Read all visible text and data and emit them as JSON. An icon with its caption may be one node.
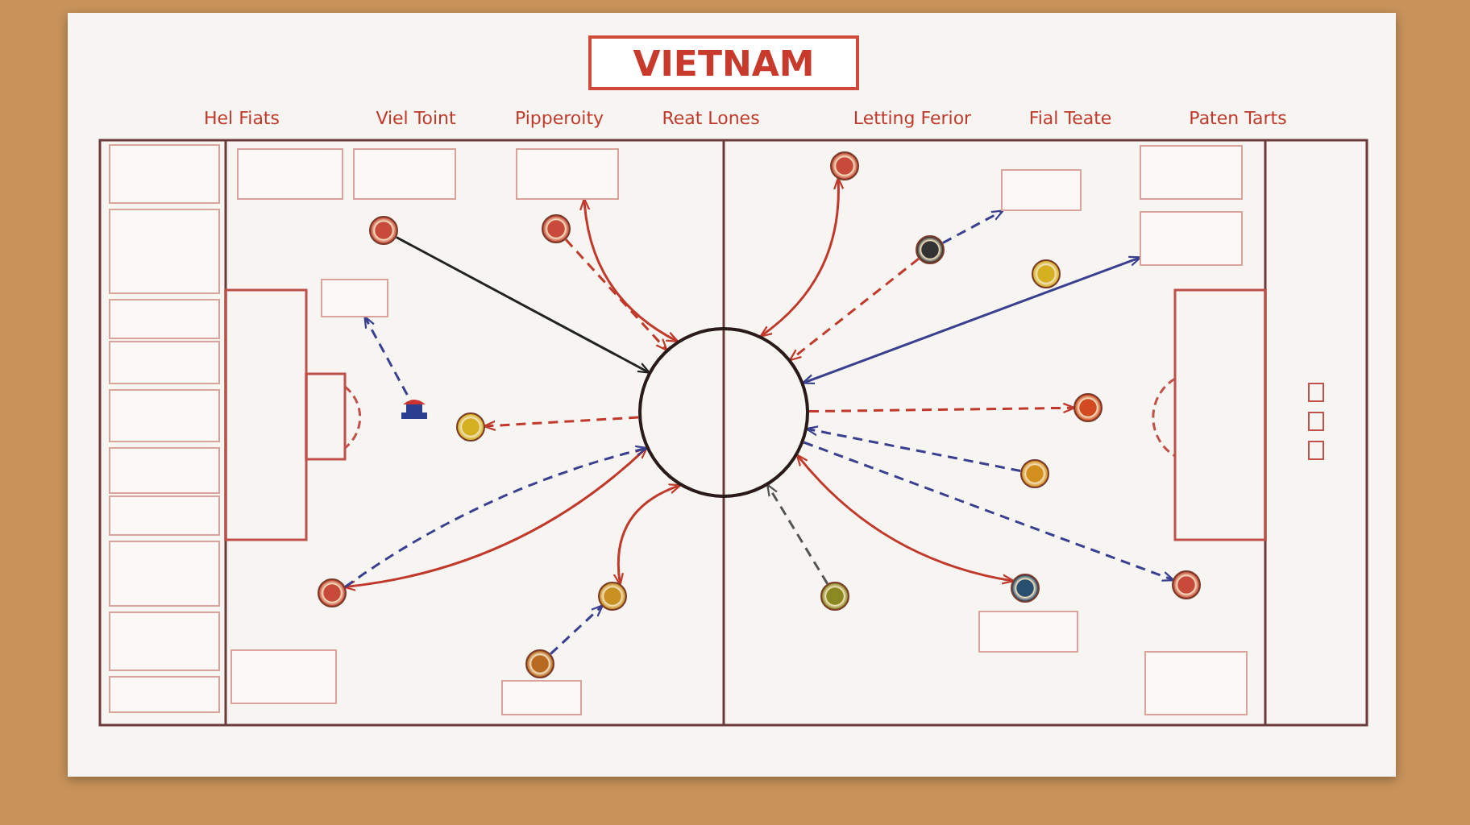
{
  "diagram": {
    "title": "VIETNAM",
    "nodes": [
      {
        "text": [],
        "shape": "circle"
      },
      {
        "text": [],
        "shape": "circle"
      },
      {
        "text": [],
        "shape": "circle"
      },
      {
        "text": [],
        "shape": "picture"
      },
      {
        "text": [],
        "shape": "circle"
      },
      {
        "text": [],
        "shape": "circle"
      },
      {
        "text": [],
        "shape": "circle"
      },
      {
        "text": [],
        "shape": "circle"
      },
      {
        "text": [],
        "shape": "circle"
      },
      {
        "text": [],
        "shape": "circle"
      },
      {
        "text": [],
        "shape": "circle"
      },
      {
        "text": [],
        "shape": "circle"
      },
      {
        "text": [],
        "shape": "circle"
      },
      {
        "text": [],
        "shape": "circle"
      },
      {
        "text": [],
        "shape": "circle"
      },
      {
        "text": [],
        "shape": "circle"
      },
      {
        "text": [],
        "shape": "box"
      },
      {
        "text": [],
        "shape": "box"
      },
      {
        "text": [],
        "shape": "box"
      },
      {
        "text": [],
        "shape": "box"
      },
      {
        "text": [],
        "shape": "box"
      },
      {
        "text": [],
        "shape": "box"
      },
      {
        "text": [],
        "shape": "box"
      },
      {
        "text": [],
        "shape": "box"
      },
      {
        "text": [],
        "shape": "box"
      },
      {
        "text": [],
        "shape": "box"
      },
      {
        "text": [],
        "shape": "box"
      }
    ],
    "edges": [
      {
        "from": 1,
        "to": 0,
        "arrow": "to",
        "color": "#222222"
      },
      {
        "from": 2,
        "to": 0,
        "arrow": "to",
        "style": "dashed"
      },
      {
        "from": 16,
        "to": 0,
        "arrow": "both"
      },
      {
        "from": 8,
        "to": 0,
        "arrow": "both"
      },
      {
        "from": 9,
        "to": 0,
        "arrow": "to",
        "style": "dashed"
      },
      {
        "from": 9,
        "to": 18,
        "arrow": "to",
        "style": "dashed",
        "color": "#3a4090"
      },
      {
        "from": 0,
        "to": 19,
        "arrow": "both",
        "color": "#3a4090"
      },
      {
        "from": 3,
        "to": 17,
        "arrow": "to",
        "style": "dashed",
        "color": "#3a4090"
      },
      {
        "from": 0,
        "to": 4,
        "arrow": "to",
        "style": "dashed"
      },
      {
        "from": 5,
        "to": 0,
        "arrow": "both"
      },
      {
        "from": 5,
        "to": 0,
        "arrow": "to",
        "style": "dashed",
        "color": "#3a4090"
      },
      {
        "from": 6,
        "to": 0,
        "arrow": "both"
      },
      {
        "from": 7,
        "to": 6,
        "arrow": "to",
        "style": "dashed",
        "color": "#3a4090"
      },
      {
        "from": 13,
        "to": 0,
        "arrow": "to",
        "style": "dashed",
        "color": "#555555"
      },
      {
        "from": 0,
        "to": 11,
        "arrow": "to",
        "style": "dashed"
      },
      {
        "from": 12,
        "to": 0,
        "arrow": "to",
        "style": "dashed",
        "color": "#3a4090"
      },
      {
        "from": 0,
        "to": 14,
        "arrow": "both"
      },
      {
        "from": 0,
        "to": 15,
        "arrow": "to",
        "style": "dashed",
        "color": "#3a4090"
      }
    ],
    "labels": [
      "Hel Fiats",
      "Viel Toint",
      "Pipperoity",
      "Reat Lones",
      "Letting Ferior",
      "Fial Teate",
      "Paten Tarts"
    ]
  }
}
